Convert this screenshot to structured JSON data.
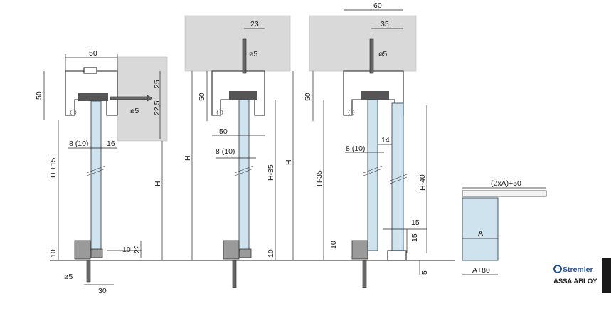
{
  "variant_a": {
    "width_top": "50",
    "height_profile": "50",
    "offset_25": "25",
    "offset_22_5": "22,5",
    "drill_diam": "ø5",
    "glass_8_10": "8 (10)",
    "gap_16": "16",
    "h_plus_15": "H +15",
    "h": "H",
    "bottom_10": "10",
    "guide_10": "10",
    "guide_22": "22",
    "floor_drill": "ø5",
    "floor_30": "30"
  },
  "variant_b": {
    "width_23": "23",
    "drill_diam": "ø5",
    "height_profile": "50",
    "width_50": "50",
    "glass_8_10": "8 (10)",
    "h": "H",
    "h_minus_35": "H-35",
    "bottom_10": "10"
  },
  "variant_c": {
    "width_60": "60",
    "width_35": "35",
    "drill_diam": "ø5",
    "height_profile": "50",
    "h": "H",
    "h_minus_35": "H-35",
    "glass_8_10": "8 (10)",
    "gap_14": "14",
    "h_minus_40": "H-40",
    "bottom_10": "10",
    "guide_15_h": "15",
    "guide_15_v": "15",
    "floor_5": "5"
  },
  "variant_d": {
    "overall_width": "(2xA)+50",
    "opening": "A",
    "panel_width": "A+80"
  },
  "brand": {
    "name": "Stremler",
    "group": "ASSA ABLOY"
  }
}
